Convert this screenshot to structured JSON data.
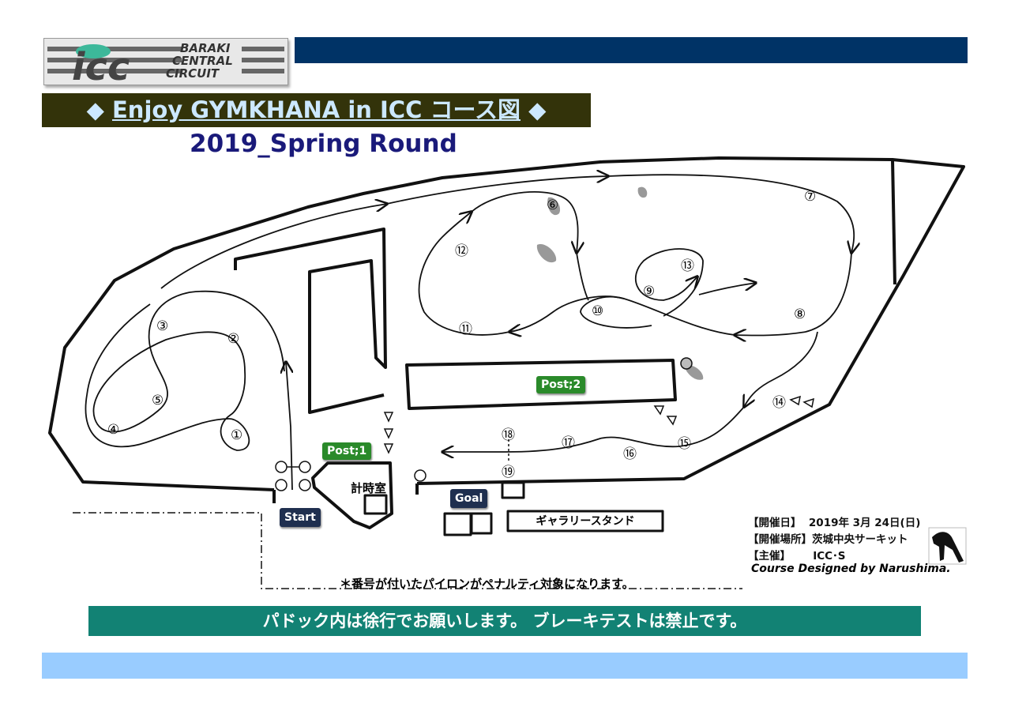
{
  "logo": {
    "abbr": "icc",
    "line1": "BARAKI",
    "line2": "CENTRAL",
    "line3": "CIRCUIT"
  },
  "title": {
    "left_marker": "◆",
    "text": "Enjoy GYMKHANA in ICC コース図",
    "right_marker": "◆"
  },
  "subtitle": "2019_Spring Round",
  "map": {
    "waypoints": [
      "①",
      "②",
      "③",
      "④",
      "⑤",
      "⑥",
      "⑦",
      "⑧",
      "⑨",
      "⑩",
      "⑪",
      "⑫",
      "⑬",
      "⑭",
      "⑮",
      "⑯",
      "⑰",
      "⑱",
      "⑲"
    ],
    "post1": "Post;1",
    "post2": "Post;2",
    "timing_room": "計時室",
    "start": "Start",
    "goal": "Goal",
    "gallery_stand": "ギャラリースタンド"
  },
  "info": {
    "date_label": "【開催日】",
    "date_value": "2019年 3月 24日(日)",
    "venue_label": "【開催場所】",
    "venue_value": "茨城中央サーキット",
    "organizer_label": "【主催】",
    "organizer_value": "ICC･S"
  },
  "designer": "Course Designed by Narushima.",
  "note": "＊番号が付いたパイロンがペナルティ対象になります。",
  "banner": "パドック内は徐行でお願いします。 ブレーキテストは禁止です。",
  "colors": {
    "top_bar": "#003366",
    "title_bg": "#33330a",
    "title_text": "#cce8ff",
    "subtitle": "#1a1a7a",
    "banner_bg": "#128274",
    "bottom_bar": "#99ccff",
    "post_green": "#2a8a2a",
    "label_navy": "#1f2f4f"
  }
}
